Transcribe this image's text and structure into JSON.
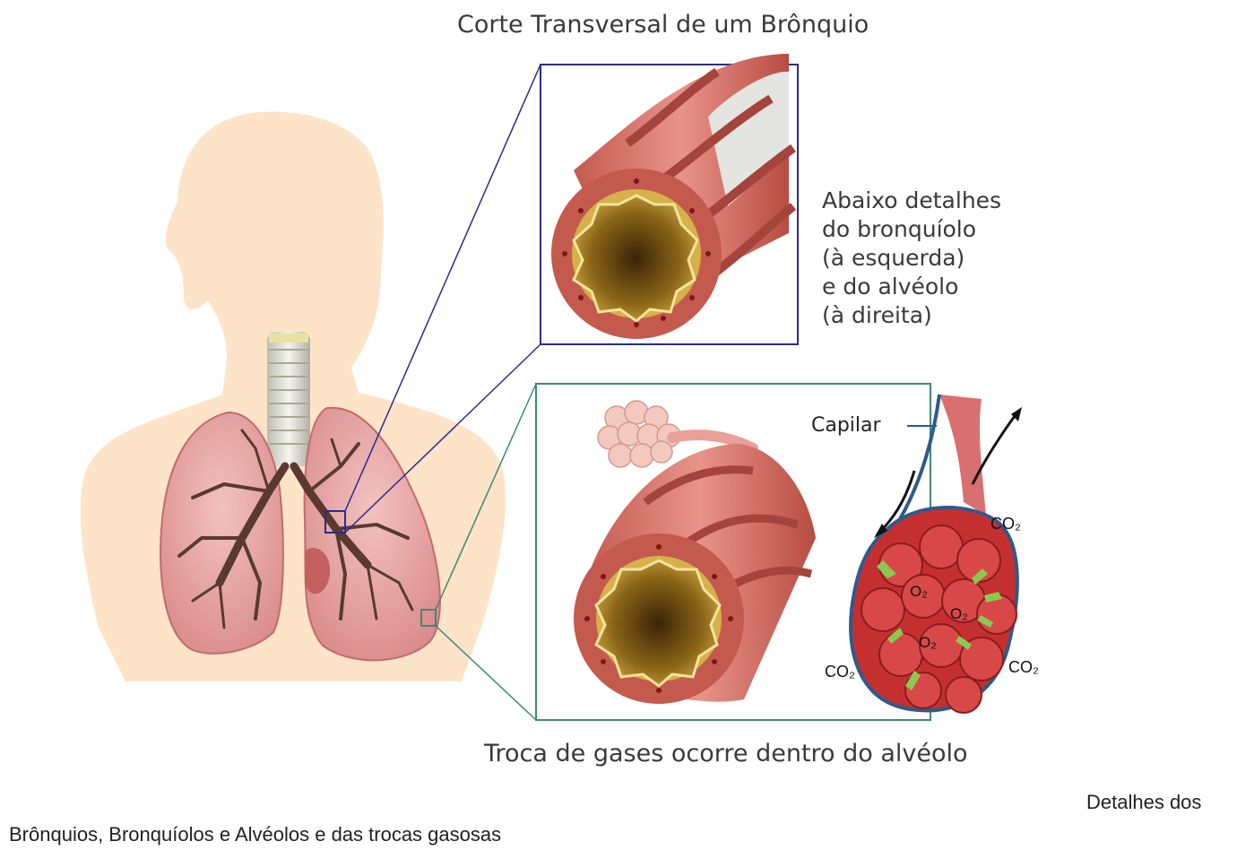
{
  "figure": {
    "title": "Corte Transversal de um Brônquio",
    "side_note": [
      "Abaixo detalhes",
      "do bronquíolo",
      "(à esquerda)",
      "e do alvéolo",
      "(à direita)"
    ],
    "bottom_label": "Troca de gases ocorre dentro do alvéolo",
    "capillary_label": "Capilar",
    "gas_labels": {
      "co2_top": "CO₂",
      "co2_left": "CO₂",
      "co2_right": "CO₂",
      "o2_a": "O₂",
      "o2_b": "O₂",
      "o2_c": "O₂"
    }
  },
  "caption": {
    "line1": "Detalhes dos",
    "line2": "Brônquios, Bronquíolos e Alvéolos e das trocas gasosas"
  },
  "colors": {
    "skin": "#fde3c8",
    "lung": "#e8a0a0",
    "airway": "#cf6f62",
    "lumen": "#c89a2a",
    "blue_box": "#2b2b8f",
    "green_box": "#3d8a74",
    "vein": "#2e5a8c",
    "vessel": "#b83030"
  }
}
